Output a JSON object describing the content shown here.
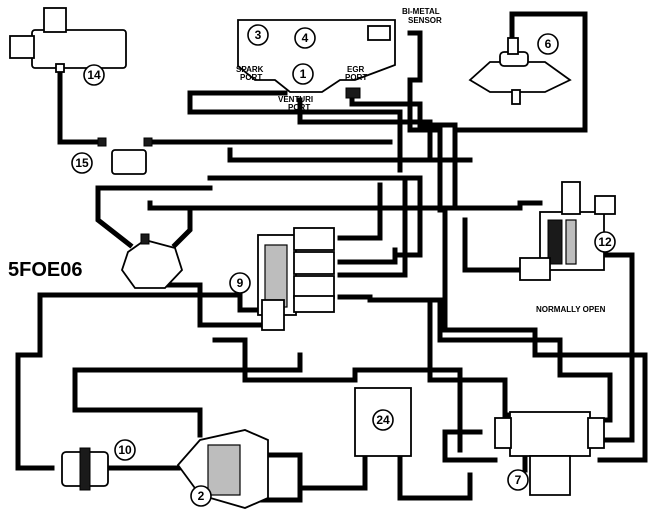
{
  "figure_code": "5FOE06",
  "labels": {
    "bimetal_sensor_line1": "BI-METAL",
    "bimetal_sensor_line2": "SENSOR",
    "spark_port_line1": "SPARK",
    "spark_port_line2": "PORT",
    "egr_port_line1": "EGR",
    "egr_port_line2": "PORT",
    "venturi_port_line1": "VENTURI",
    "venturi_port_line2": "PORT",
    "normally_open": "NORMALLY OPEN"
  },
  "callouts": {
    "c1": "1",
    "c2": "2",
    "c3": "3",
    "c4": "4",
    "c6": "6",
    "c7": "7",
    "c9": "9",
    "c10": "10",
    "c12": "12",
    "c14": "14",
    "c15": "15",
    "c24": "24"
  }
}
